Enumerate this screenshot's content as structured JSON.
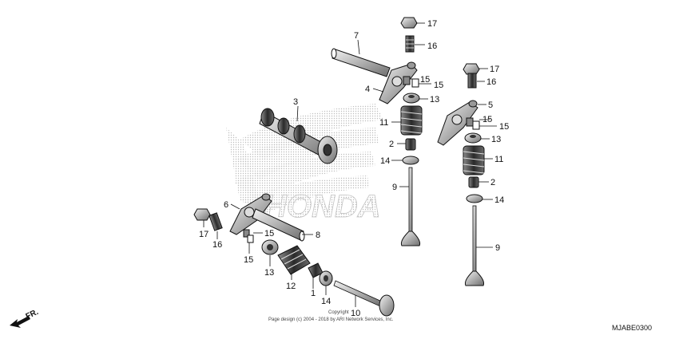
{
  "callouts": {
    "c17a": "17",
    "c16a": "16",
    "c7": "7",
    "c4": "4",
    "c15a": "15",
    "c15b": "15",
    "c13a": "13",
    "c3": "3",
    "c11a": "11",
    "c2a": "2",
    "c14a": "14",
    "c9a": "9",
    "c17b": "17",
    "c16b": "16",
    "c5": "5",
    "c15c": "15",
    "c15d": "15",
    "c13b": "13",
    "c11b": "11",
    "c2b": "2",
    "c14b": "14",
    "c9b": "9",
    "c6": "6",
    "c15e": "15",
    "c8": "8",
    "c17c": "17",
    "c16c": "16",
    "c15f": "15",
    "c13c": "13",
    "c12": "12",
    "c1": "1",
    "c14c": "14",
    "c10": "10"
  },
  "copyright_line1": "Copyright",
  "copyright_line2": "Page design (c) 2004 - 2018 by ARI Network Services, Inc.",
  "diagram_code": "MJABE0300",
  "direction_label": "FR.",
  "watermark_text": "HONDA",
  "colors": {
    "ink": "#111111",
    "watermark": "#cfcfcf"
  }
}
